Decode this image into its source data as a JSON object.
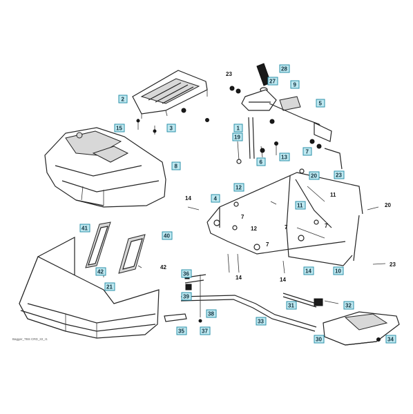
{
  "diagram": {
    "callouts": [
      "2",
      "15",
      "3",
      "8",
      "28",
      "27",
      "9",
      "5",
      "1",
      "19",
      "6",
      "13",
      "7",
      "23",
      "12",
      "20",
      "11",
      "4",
      "10",
      "14",
      "41",
      "40",
      "42",
      "21",
      "36",
      "39",
      "38",
      "35",
      "37",
      "33",
      "31",
      "32",
      "30",
      "34"
    ],
    "plain_labels": [
      "23",
      "7",
      "14",
      "11",
      "20",
      "7",
      "7",
      "12",
      "7",
      "14",
      "23",
      "14",
      "42"
    ],
    "footer_code": "Bagger_TBS CRD_22_r1"
  }
}
